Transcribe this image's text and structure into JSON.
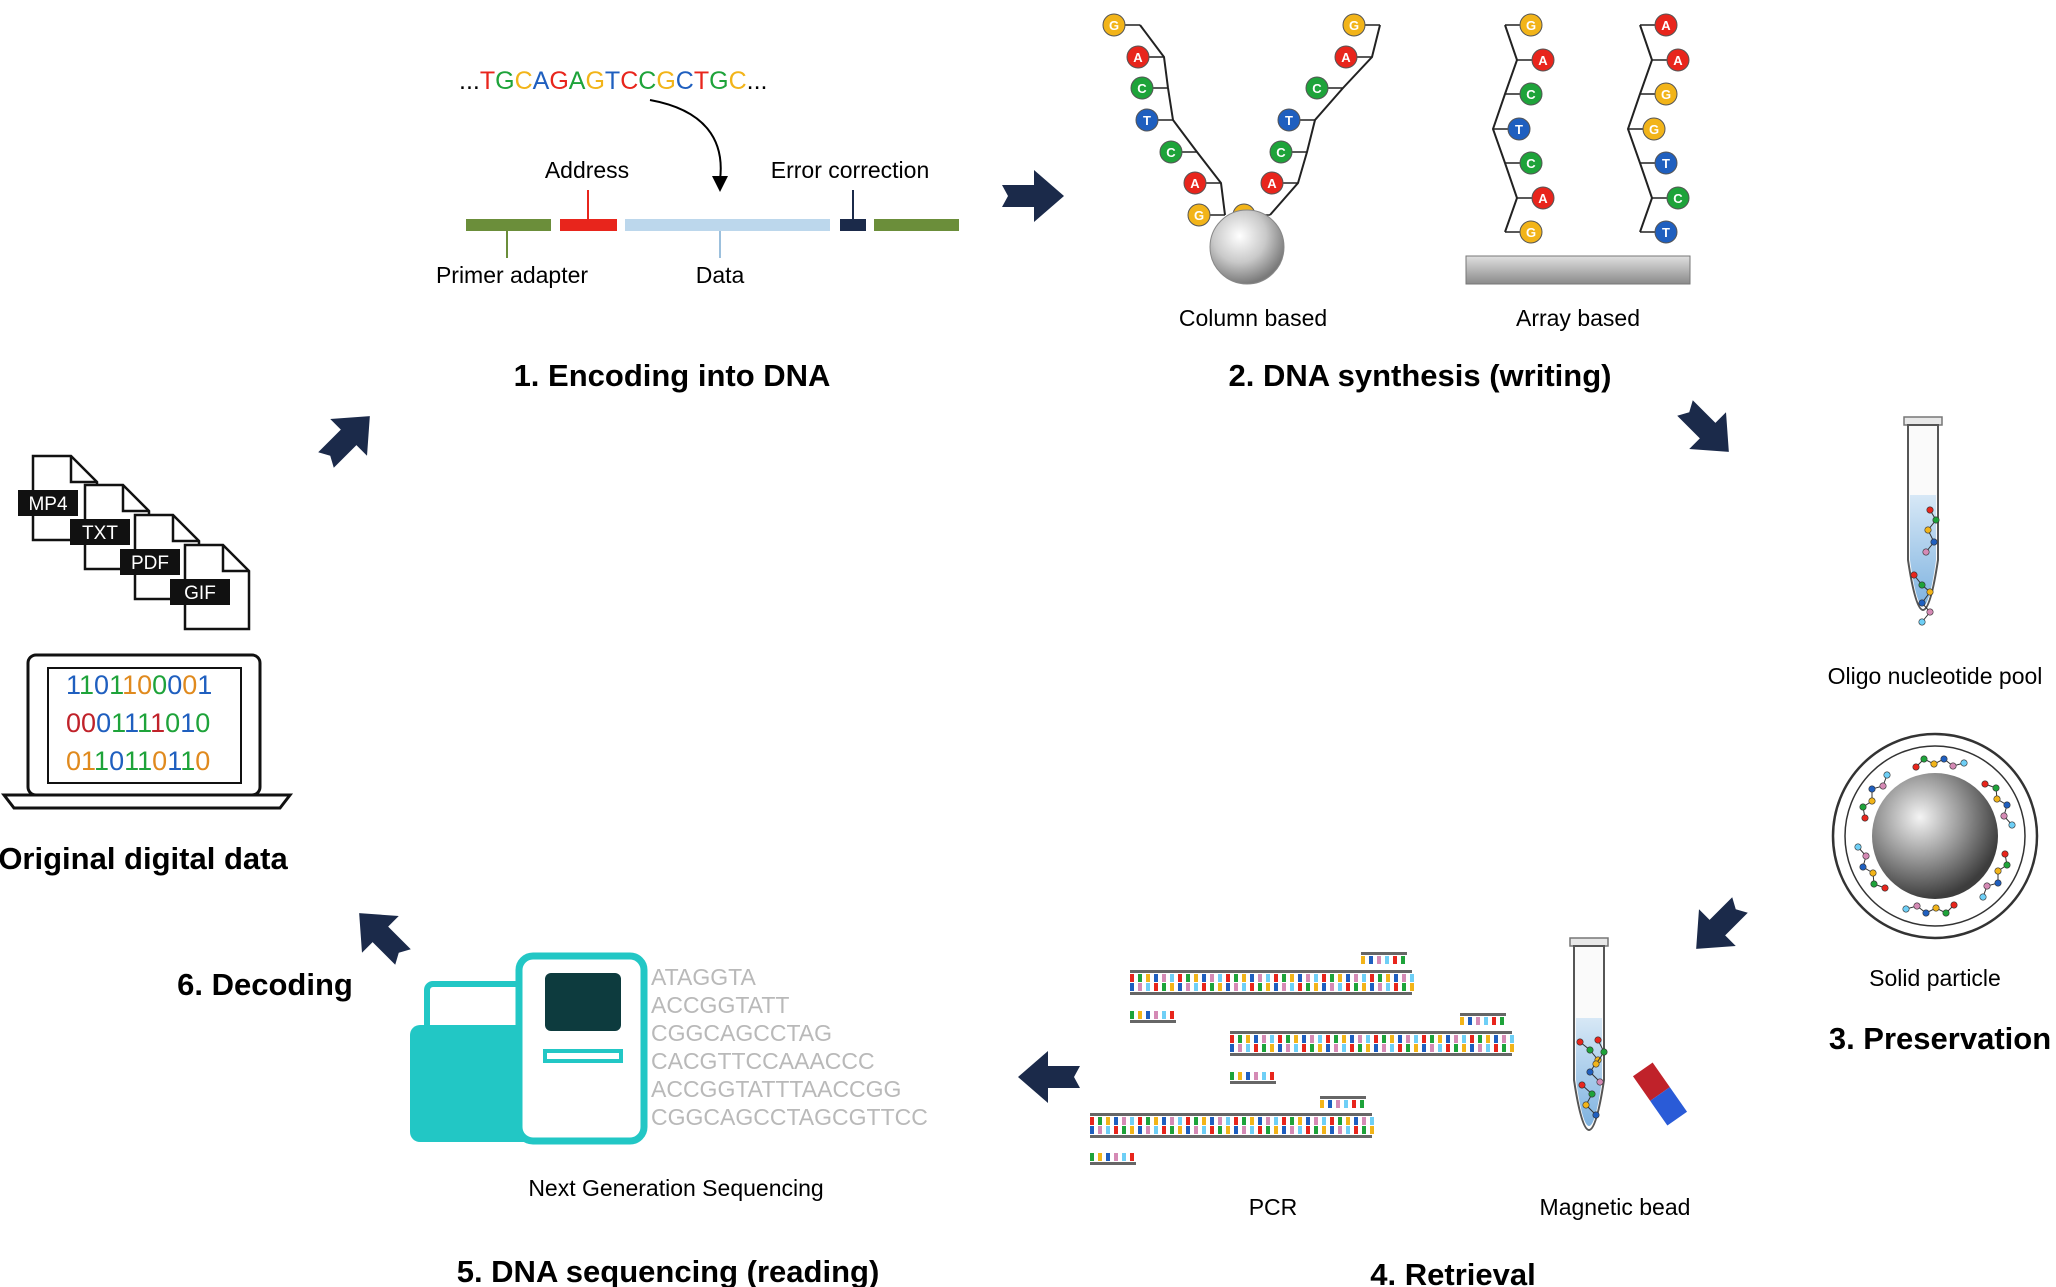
{
  "encoding": {
    "sequence": {
      "prefix": "...",
      "bases": [
        "T",
        "G",
        "C",
        "A",
        "G",
        "A",
        "G",
        "T",
        "C",
        "C",
        "G",
        "C",
        "T",
        "G",
        "C"
      ],
      "suffix": "..."
    },
    "address_label": "Address",
    "error_correction_label": "Error correction",
    "primer_label": "Primer adapter",
    "data_label": "Data",
    "step_title": "1. Encoding into DNA"
  },
  "synthesis": {
    "column_label": "Column based",
    "array_label": "Array based",
    "step_title": "2. DNA synthesis (writing)",
    "column_left_strand": [
      "G",
      "A",
      "C",
      "T",
      "C",
      "A",
      "G"
    ],
    "column_right_strand": [
      "G",
      "A",
      "C",
      "T",
      "C",
      "A",
      "G"
    ],
    "array_left_strand": [
      "G",
      "A",
      "C",
      "T",
      "C",
      "A",
      "G"
    ],
    "array_right_strand": [
      "A",
      "A",
      "G",
      "G",
      "T",
      "C",
      "T"
    ]
  },
  "preservation": {
    "pool_label": "Oligo nucleotide pool",
    "particle_label": "Solid particle",
    "step_title": "3. Preservation"
  },
  "retrieval": {
    "pcr_label": "PCR",
    "bead_label": "Magnetic bead",
    "step_title": "4. Retrieval"
  },
  "sequencing": {
    "machine_label": "Next Generation Sequencing",
    "reads": [
      "ATAGGTA",
      "ACCGGTATT",
      "CGGCAGCCTAG",
      "CACGTTCCAAACCC",
      "ACCGGTATTTAACCGG",
      "CGGCAGCCTAGCGTTCC"
    ],
    "step_title": "5. DNA sequencing (reading)"
  },
  "decoding": {
    "step_title": "6. Decoding"
  },
  "original": {
    "files": [
      "MP4",
      "TXT",
      "PDF",
      "GIF"
    ],
    "binary_rows": [
      "1101100001",
      "0001111010",
      "0110110110"
    ],
    "title": "Original digital data"
  },
  "colors": {
    "A": "#e8251c",
    "C": "#1ea33a",
    "G": "#f2b419",
    "T": "#1f5fbf",
    "arrow": "#1b2a4a",
    "primer": "#6b8e3a",
    "address": "#e8251c",
    "data": "#bcd7ec",
    "ecc": "#1b2a4a",
    "machine": "#22c7c5",
    "read_text": "#b9b9b9",
    "seq_T": "#e8251c",
    "seq_G": "#e8251c",
    "seq_C": "#1ea33a",
    "seq_A": "#1f5fbf"
  },
  "icons": [
    "arrow-icon",
    "test-tube-icon",
    "magnet-icon",
    "laptop-icon",
    "file-icon",
    "sequencer-icon",
    "bead-icon"
  ]
}
